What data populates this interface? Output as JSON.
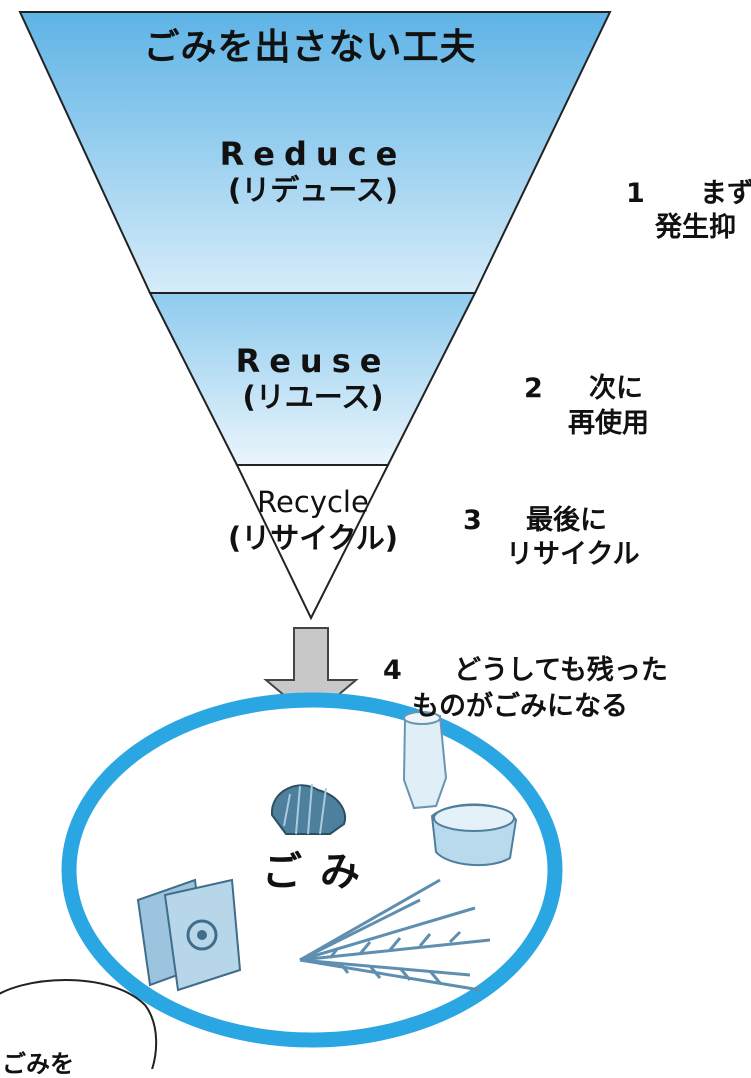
{
  "title": "ごみを出さない工夫",
  "funnel": {
    "reduce": {
      "en": "Reduce",
      "ja": "(リデュース)"
    },
    "reuse": {
      "en": "Reuse",
      "ja": "(リユース)"
    },
    "recycle": {
      "en": "Recycle",
      "ja": "(リサイクル)"
    }
  },
  "steps": [
    {
      "num": "1",
      "line1": "まず",
      "line2": "発生抑"
    },
    {
      "num": "2",
      "line1": "次に",
      "line2": "再使用"
    },
    {
      "num": "3",
      "line1": "最後に",
      "line2": "リサイクル"
    },
    {
      "num": "4",
      "line1": "どうしても残った",
      "line2": "ものがごみになる"
    }
  ],
  "result": {
    "label": "ごみ"
  },
  "bubble": {
    "text": "ごみを"
  },
  "colors": {
    "funnel_top": "#5eb3e6",
    "funnel_light": "#eaf5fc",
    "ring": "#2aa6e3",
    "arrow": "#c8c8c8",
    "outline": "#222222"
  }
}
